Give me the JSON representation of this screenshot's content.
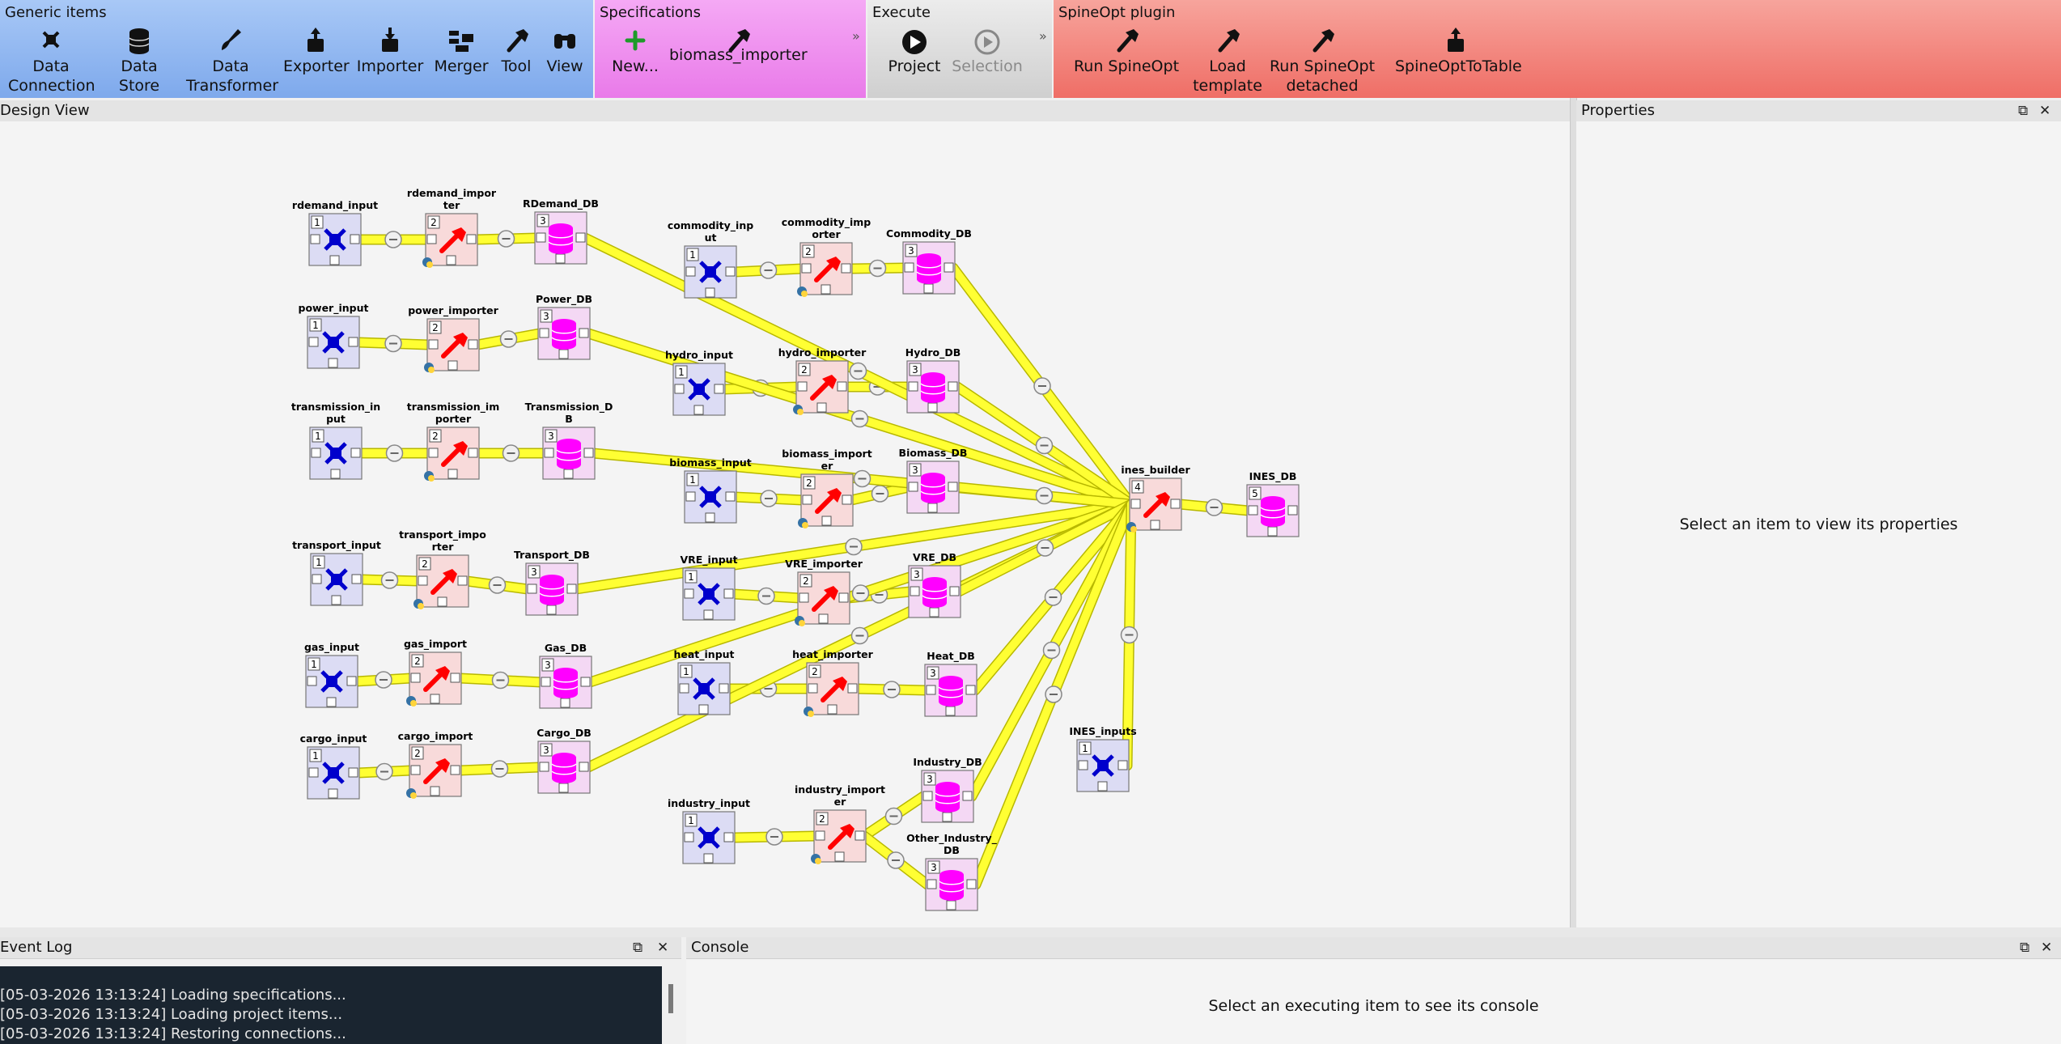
{
  "toolbar": {
    "generic": {
      "title": "Generic items",
      "items": [
        {
          "label": "Data\nConnection",
          "icon": "data-connection-icon"
        },
        {
          "label": "Data Store",
          "icon": "data-store-icon"
        },
        {
          "label": "Data\nTransformer",
          "icon": "data-transformer-icon"
        },
        {
          "label": "Exporter",
          "icon": "exporter-icon"
        },
        {
          "label": "Importer",
          "icon": "importer-icon"
        },
        {
          "label": "Merger",
          "icon": "merger-icon"
        },
        {
          "label": "Tool",
          "icon": "tool-icon"
        },
        {
          "label": "View",
          "icon": "view-icon"
        }
      ]
    },
    "specifications": {
      "title": "Specifications",
      "new_label": "New...",
      "spec_label": "biomass_importer",
      "overflow": "»"
    },
    "execute": {
      "title": "Execute",
      "project_label": "Project",
      "selection_label": "Selection",
      "overflow": "»"
    },
    "plugin": {
      "title": "SpineOpt plugin",
      "items": [
        {
          "label": "Run SpineOpt",
          "icon": "hammer-icon"
        },
        {
          "label": "Load\ntemplate",
          "icon": "hammer-icon"
        },
        {
          "label": "Run SpineOpt\ndetached",
          "icon": "hammer-icon"
        },
        {
          "label": "SpineOptToTable",
          "icon": "export-icon"
        }
      ]
    }
  },
  "design_view": {
    "title": "Design View",
    "nodes": [
      {
        "id": "rdemand_input",
        "label": "rdemand_input",
        "kind": "dc",
        "num": "1"
      },
      {
        "id": "rdemand_importer",
        "label": "rdemand_impor\nter",
        "kind": "imp",
        "num": "2"
      },
      {
        "id": "RDemand_DB",
        "label": "RDemand_DB",
        "kind": "ds",
        "num": "3"
      },
      {
        "id": "power_input",
        "label": "power_input",
        "kind": "dc",
        "num": "1"
      },
      {
        "id": "power_importer",
        "label": "power_importer",
        "kind": "imp",
        "num": "2"
      },
      {
        "id": "Power_DB",
        "label": "Power_DB",
        "kind": "ds",
        "num": "3"
      },
      {
        "id": "transmission_input",
        "label": "transmission_in\nput",
        "kind": "dc",
        "num": "1"
      },
      {
        "id": "transmission_importer",
        "label": "transmission_im\nporter",
        "kind": "imp",
        "num": "2"
      },
      {
        "id": "Transmission_DB",
        "label": "Transmission_D\nB",
        "kind": "ds",
        "num": "3"
      },
      {
        "id": "transport_input",
        "label": "transport_input",
        "kind": "dc",
        "num": "1"
      },
      {
        "id": "transport_importer",
        "label": "transport_impo\nrter",
        "kind": "imp",
        "num": "2"
      },
      {
        "id": "Transport_DB",
        "label": "Transport_DB",
        "kind": "ds",
        "num": "3"
      },
      {
        "id": "gas_input",
        "label": "gas_input",
        "kind": "dc",
        "num": "1"
      },
      {
        "id": "gas_import",
        "label": "gas_import",
        "kind": "imp",
        "num": "2"
      },
      {
        "id": "Gas_DB",
        "label": "Gas_DB",
        "kind": "ds",
        "num": "3"
      },
      {
        "id": "cargo_input",
        "label": "cargo_input",
        "kind": "dc",
        "num": "1"
      },
      {
        "id": "cargo_import",
        "label": "cargo_import",
        "kind": "imp",
        "num": "2"
      },
      {
        "id": "Cargo_DB",
        "label": "Cargo_DB",
        "kind": "ds",
        "num": "3"
      },
      {
        "id": "commodity_input",
        "label": "commodity_inp\nut",
        "kind": "dc",
        "num": "1"
      },
      {
        "id": "commodity_importer",
        "label": "commodity_imp\norter",
        "kind": "imp",
        "num": "2"
      },
      {
        "id": "Commodity_DB",
        "label": "Commodity_DB",
        "kind": "ds",
        "num": "3"
      },
      {
        "id": "hydro_input",
        "label": "hydro_input",
        "kind": "dc",
        "num": "1"
      },
      {
        "id": "hydro_importer",
        "label": "hydro_importer",
        "kind": "imp",
        "num": "2"
      },
      {
        "id": "Hydro_DB",
        "label": "Hydro_DB",
        "kind": "ds",
        "num": "3"
      },
      {
        "id": "biomass_input",
        "label": "biomass_input",
        "kind": "dc",
        "num": "1"
      },
      {
        "id": "biomass_importer",
        "label": "biomass_import\ner",
        "kind": "imp",
        "num": "2"
      },
      {
        "id": "Biomass_DB",
        "label": "Biomass_DB",
        "kind": "ds",
        "num": "3"
      },
      {
        "id": "VRE_input",
        "label": "VRE_input",
        "kind": "dc",
        "num": "1"
      },
      {
        "id": "VRE_importer",
        "label": "VRE_importer",
        "kind": "imp",
        "num": "2"
      },
      {
        "id": "VRE_DB",
        "label": "VRE_DB",
        "kind": "ds",
        "num": "3"
      },
      {
        "id": "heat_input",
        "label": "heat_input",
        "kind": "dc",
        "num": "1"
      },
      {
        "id": "heat_importer",
        "label": "heat_importer",
        "kind": "imp",
        "num": "2"
      },
      {
        "id": "Heat_DB",
        "label": "Heat_DB",
        "kind": "ds",
        "num": "3"
      },
      {
        "id": "industry_input",
        "label": "industry_input",
        "kind": "dc",
        "num": "1"
      },
      {
        "id": "industry_importer",
        "label": "industry_import\ner",
        "kind": "imp",
        "num": "2"
      },
      {
        "id": "Industry_DB",
        "label": "Industry_DB",
        "kind": "ds",
        "num": "3"
      },
      {
        "id": "Other_Industry_DB",
        "label": "Other_Industry_\nDB",
        "kind": "ds",
        "num": "3"
      },
      {
        "id": "INES_inputs",
        "label": "INES_inputs",
        "kind": "dc",
        "num": "1"
      },
      {
        "id": "ines_builder",
        "label": "ines_builder",
        "kind": "imp",
        "num": "4"
      },
      {
        "id": "INES_DB",
        "label": "INES_DB",
        "kind": "ds",
        "num": "5"
      }
    ],
    "links": [
      [
        "rdemand_input",
        "rdemand_importer"
      ],
      [
        "rdemand_importer",
        "RDemand_DB"
      ],
      [
        "power_input",
        "power_importer"
      ],
      [
        "power_importer",
        "Power_DB"
      ],
      [
        "transmission_input",
        "transmission_importer"
      ],
      [
        "transmission_importer",
        "Transmission_DB"
      ],
      [
        "transport_input",
        "transport_importer"
      ],
      [
        "transport_importer",
        "Transport_DB"
      ],
      [
        "gas_input",
        "gas_import"
      ],
      [
        "gas_import",
        "Gas_DB"
      ],
      [
        "cargo_input",
        "cargo_import"
      ],
      [
        "cargo_import",
        "Cargo_DB"
      ],
      [
        "commodity_input",
        "commodity_importer"
      ],
      [
        "commodity_importer",
        "Commodity_DB"
      ],
      [
        "hydro_input",
        "hydro_importer"
      ],
      [
        "hydro_importer",
        "Hydro_DB"
      ],
      [
        "biomass_input",
        "biomass_importer"
      ],
      [
        "biomass_importer",
        "Biomass_DB"
      ],
      [
        "VRE_input",
        "VRE_importer"
      ],
      [
        "VRE_importer",
        "VRE_DB"
      ],
      [
        "heat_input",
        "heat_importer"
      ],
      [
        "heat_importer",
        "Heat_DB"
      ],
      [
        "industry_input",
        "industry_importer"
      ],
      [
        "industry_importer",
        "Industry_DB"
      ],
      [
        "industry_importer",
        "Other_Industry_DB"
      ],
      [
        "RDemand_DB",
        "ines_builder"
      ],
      [
        "Power_DB",
        "ines_builder"
      ],
      [
        "Transmission_DB",
        "ines_builder"
      ],
      [
        "Transport_DB",
        "ines_builder"
      ],
      [
        "Gas_DB",
        "ines_builder"
      ],
      [
        "Cargo_DB",
        "ines_builder"
      ],
      [
        "Commodity_DB",
        "ines_builder"
      ],
      [
        "Hydro_DB",
        "ines_builder"
      ],
      [
        "Biomass_DB",
        "ines_builder"
      ],
      [
        "VRE_DB",
        "ines_builder"
      ],
      [
        "Heat_DB",
        "ines_builder"
      ],
      [
        "Industry_DB",
        "ines_builder"
      ],
      [
        "Other_Industry_DB",
        "ines_builder"
      ],
      [
        "INES_inputs",
        "ines_builder"
      ],
      [
        "ines_builder",
        "INES_DB"
      ]
    ]
  },
  "properties": {
    "title": "Properties",
    "placeholder": "Select an item to view its properties"
  },
  "event_log": {
    "title": "Event Log",
    "lines": [
      "[05-03-2026 13:13:24] Loading specifications...",
      "[05-03-2026 13:13:24] Loading project items...",
      "[05-03-2026 13:13:24] Restoring connections..."
    ]
  },
  "console": {
    "title": "Console",
    "placeholder": "Select an executing item to see its console"
  },
  "colors": {
    "generic_bg": "#8fb7f2",
    "spec_bg": "#ee88ee",
    "exec_bg": "#dcdcdc",
    "plugin_bg": "#f3867f",
    "link": "#ffff33",
    "datastore": "#ff00ff",
    "importer": "#ff0000",
    "dataconnection": "#0000cc"
  }
}
